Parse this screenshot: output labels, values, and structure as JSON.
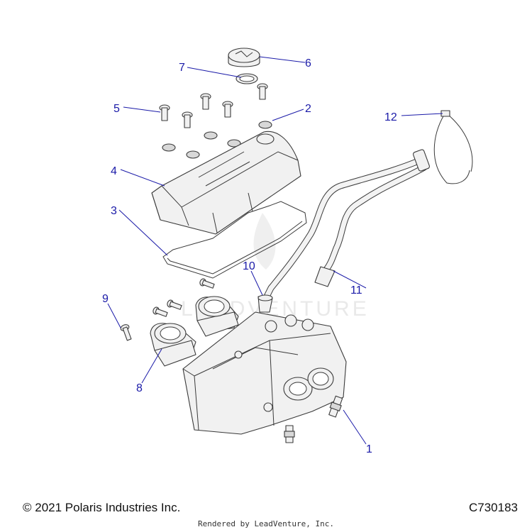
{
  "callouts": {
    "c1": "1",
    "c2": "2",
    "c3": "3",
    "c4": "4",
    "c5": "5",
    "c6": "6",
    "c7": "7",
    "c8": "8",
    "c9": "9",
    "c10": "10",
    "c11": "11",
    "c12": "12"
  },
  "watermark": "LEADVENTURE",
  "footer": {
    "copyright": "© 2021 Polaris Industries Inc.",
    "drawing_code": "C730183",
    "rendered_by": "Rendered by LeadVenture, Inc."
  },
  "colors": {
    "callout": "#1a1aa8",
    "part_outline": "#3a3a3a",
    "watermark": "#e9e9e9"
  }
}
